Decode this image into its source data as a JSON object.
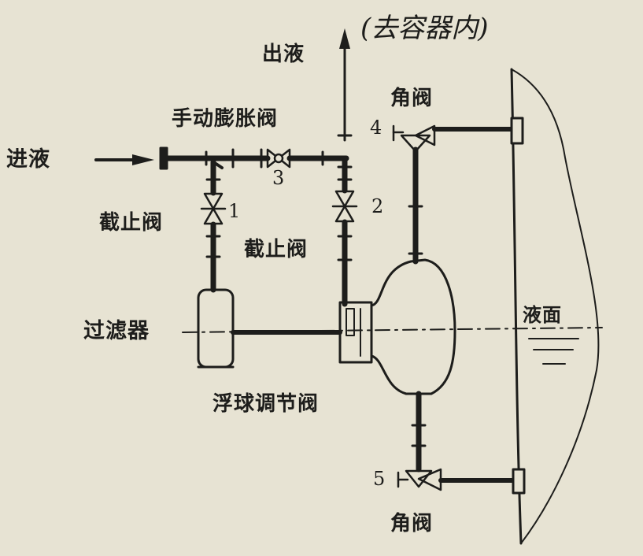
{
  "labels": {
    "outlet": "出液",
    "handnote": "(去容器内)",
    "angle_valve_top": "角阀",
    "manual_expansion_valve": "手动膨胀阀",
    "inlet": "进液",
    "num_4": "4",
    "num_3": "3",
    "num_1": "1",
    "num_2": "2",
    "shutoff_valve_left": "截止阀",
    "shutoff_valve_right": "截止阀",
    "filter": "过滤器",
    "liquid_level": "液面",
    "float_valve": "浮球调节阀",
    "num_5": "5",
    "angle_valve_bottom": "角阀"
  },
  "colors": {
    "ink": "#1d1d1b",
    "paper": "#e7e3d3"
  }
}
